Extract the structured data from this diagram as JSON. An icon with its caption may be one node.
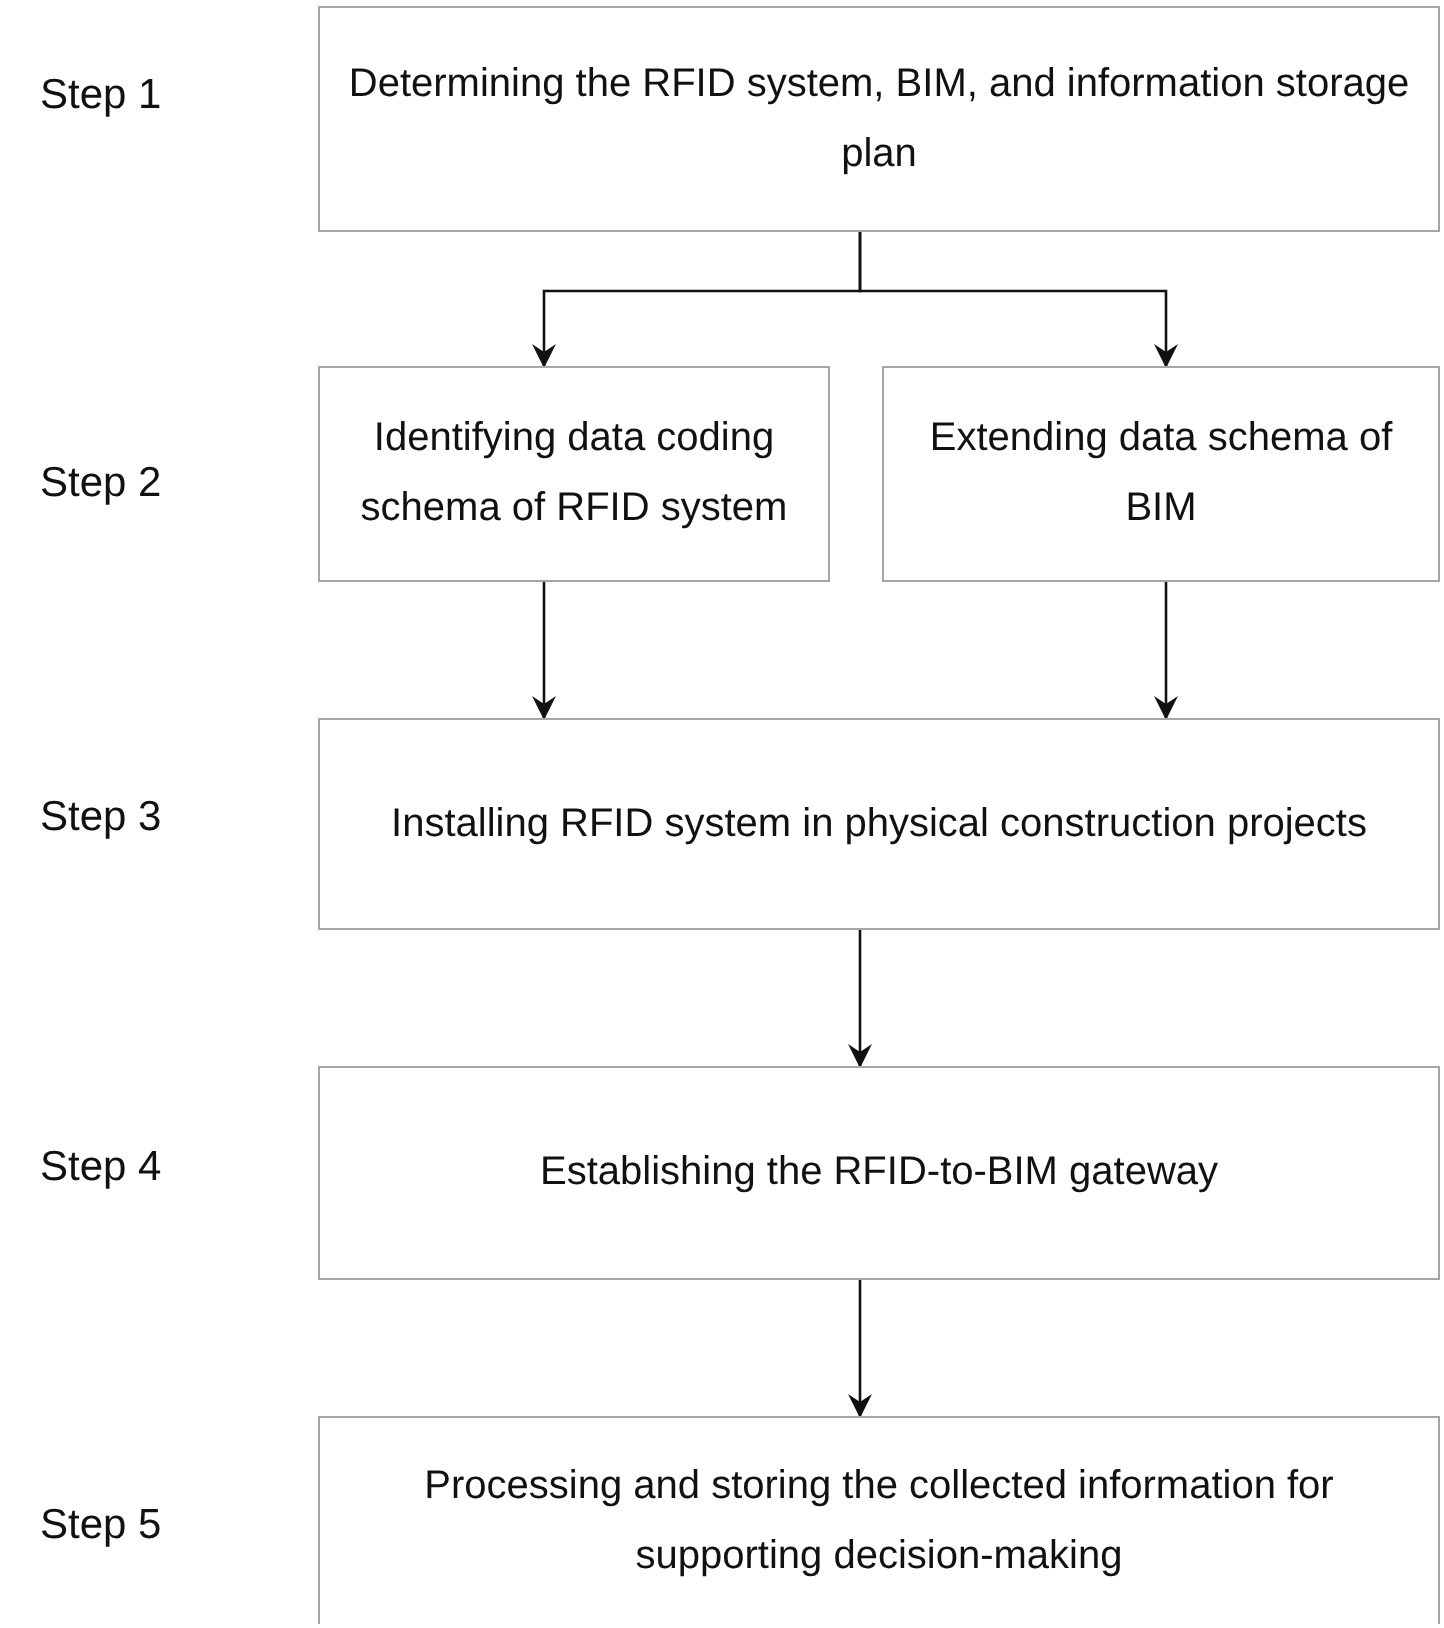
{
  "diagram": {
    "nodes": [
      {
        "text": [
          "Determining the RFID system, BIM, and information storage plan"
        ]
      },
      {
        "text": [
          "Identifying data coding schema of RFID system"
        ]
      },
      {
        "text": [
          "Extending data schema of BIM"
        ]
      },
      {
        "text": [
          "Installing RFID system in physical construction projects"
        ]
      },
      {
        "text": [
          "Establishing the RFID-to-BIM gateway"
        ]
      },
      {
        "text": [
          "Processing and storing the collected information for supporting decision-making"
        ]
      }
    ],
    "edges": [
      {
        "from": 0,
        "to": 1,
        "arrow": "to"
      },
      {
        "from": 0,
        "to": 2,
        "arrow": "to"
      },
      {
        "from": 1,
        "to": 3,
        "arrow": "to"
      },
      {
        "from": 2,
        "to": 3,
        "arrow": "to"
      },
      {
        "from": 3,
        "to": 4,
        "arrow": "to"
      },
      {
        "from": 4,
        "to": 5,
        "arrow": "to"
      }
    ],
    "labels": [
      "Step 1",
      "Step 2",
      "Step 3",
      "Step 4",
      "Step 5"
    ]
  }
}
